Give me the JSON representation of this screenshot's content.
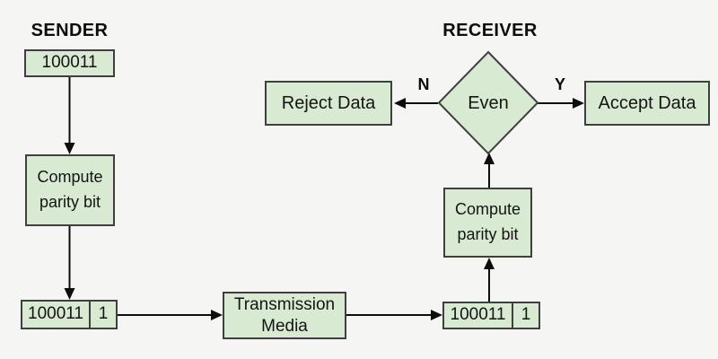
{
  "diagram": {
    "sender": {
      "title": "SENDER",
      "data_word": "100011",
      "compute_label": "Compute parity bit",
      "encoded": {
        "data": "100011",
        "parity": "1"
      }
    },
    "channel": {
      "label": "Transmission Media"
    },
    "receiver": {
      "title": "RECEIVER",
      "received": {
        "data": "100011",
        "parity": "1"
      },
      "compute_label": "Compute parity bit",
      "decision": {
        "condition": "Even",
        "no_label": "N",
        "yes_label": "Y",
        "reject_label": "Reject Data",
        "accept_label": "Accept Data"
      }
    },
    "colors": {
      "background": "#f5f5f3",
      "node_fill": "#d9ead3",
      "node_border": "#3f3f3f",
      "arrow": "#0d0d0d",
      "text": "#141414"
    }
  }
}
